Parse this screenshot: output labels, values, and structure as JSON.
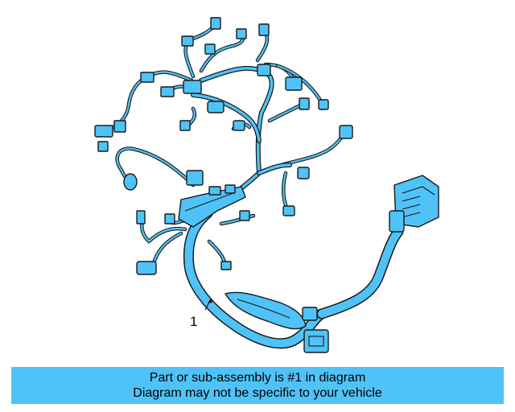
{
  "diagram": {
    "callout_number": "1",
    "colors": {
      "harness": "#4fc3f7",
      "outline": "#1a1a1a",
      "background": "#ffffff"
    },
    "part": "wiring-harness"
  },
  "banner": {
    "line1": "Part or sub-assembly is #1 in diagram",
    "line2": "Diagram may not be specific to your vehicle",
    "color": "#4fc3f7"
  }
}
